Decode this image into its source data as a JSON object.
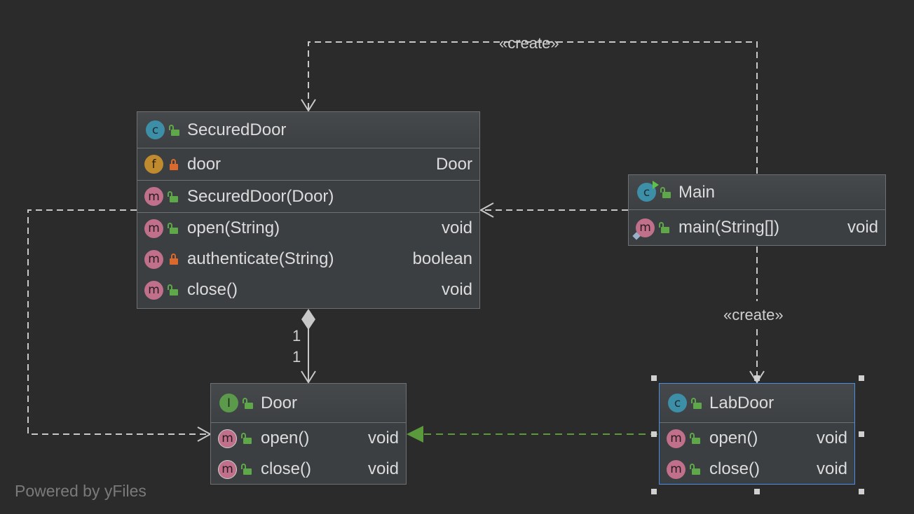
{
  "diagram": {
    "classes": {
      "secured_door": {
        "kind": "C",
        "name": "SecuredDoor",
        "fields": [
          {
            "kind": "f",
            "name": "door",
            "type": "Door",
            "access": "private"
          }
        ],
        "constructors": [
          {
            "kind": "m",
            "name": "SecuredDoor(Door)",
            "type": "",
            "access": "public"
          }
        ],
        "methods": [
          {
            "kind": "m",
            "name": "open(String)",
            "type": "void",
            "access": "public"
          },
          {
            "kind": "m",
            "name": "authenticate(String)",
            "type": "boolean",
            "access": "private"
          },
          {
            "kind": "m",
            "name": "close()",
            "type": "void",
            "access": "public"
          }
        ]
      },
      "main": {
        "kind": "C",
        "name": "Main",
        "methods": [
          {
            "kind": "m",
            "name": "main(String[])",
            "type": "void",
            "access": "public"
          }
        ]
      },
      "door": {
        "kind": "I",
        "name": "Door",
        "methods": [
          {
            "kind": "m",
            "name": "open()",
            "type": "void",
            "access": "public"
          },
          {
            "kind": "m",
            "name": "close()",
            "type": "void",
            "access": "public"
          }
        ]
      },
      "lab_door": {
        "kind": "C",
        "name": "LabDoor",
        "methods": [
          {
            "kind": "m",
            "name": "open()",
            "type": "void",
            "access": "public"
          },
          {
            "kind": "m",
            "name": "close()",
            "type": "void",
            "access": "public"
          }
        ]
      }
    },
    "edges": {
      "create_top_label": "«create»",
      "create_right_label": "«create»",
      "multiplicity_source": "1",
      "multiplicity_target": "1"
    }
  },
  "footer": {
    "text": "Powered by yFiles"
  },
  "colors": {
    "background": "#2b2b2b",
    "node_border": "#6e7174",
    "selected_border": "#4a8fe0",
    "realization_edge": "#5a9a3c",
    "dependency_edge": "#c8c8c8"
  }
}
